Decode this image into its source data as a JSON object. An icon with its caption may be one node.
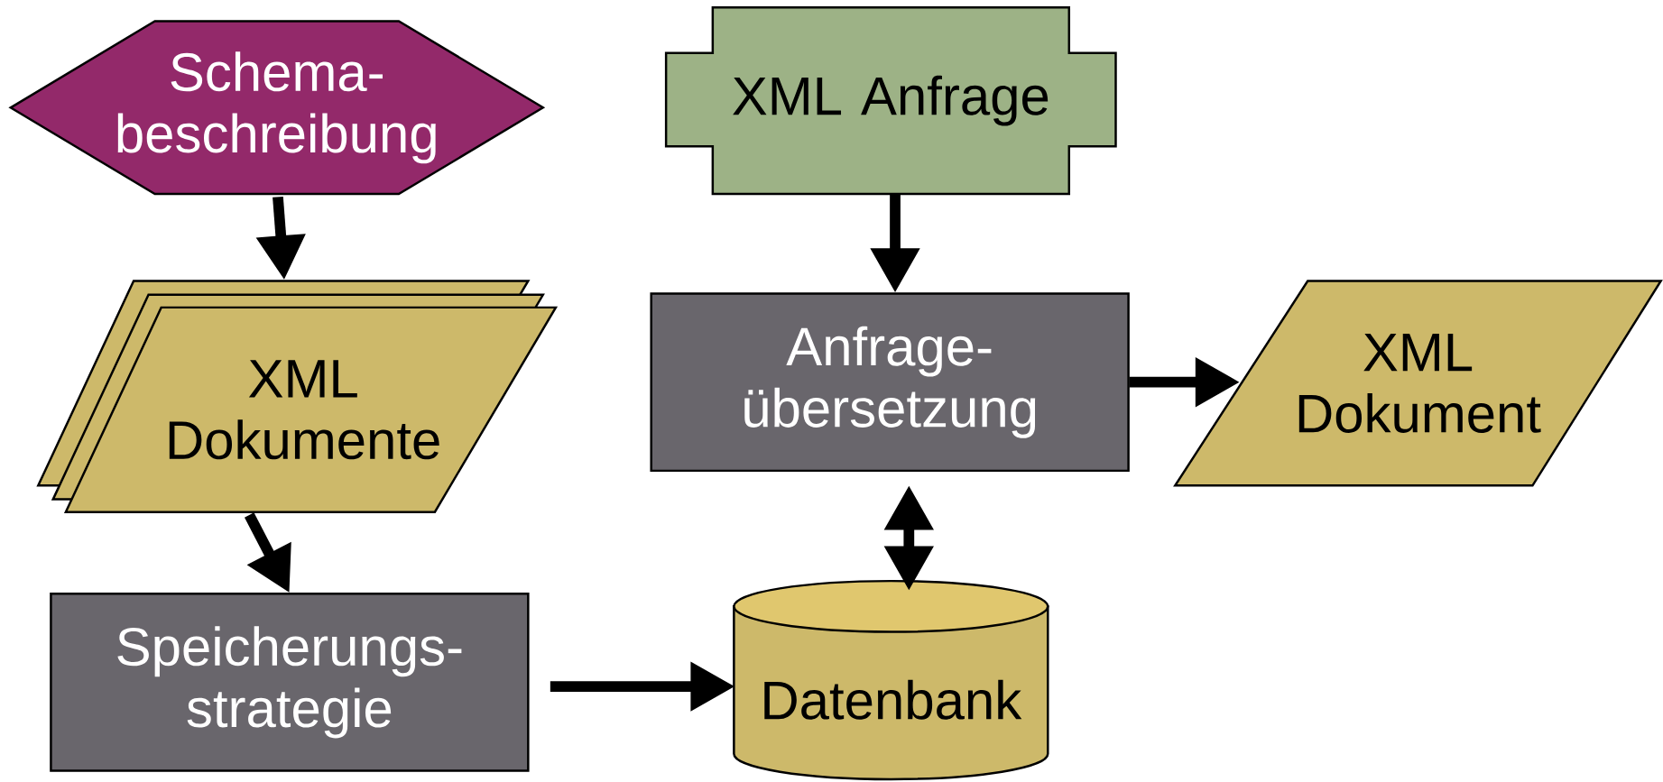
{
  "diagram": {
    "nodes": [
      {
        "text": [
          "Schema- beschreibung"
        ]
      },
      {
        "text": [
          "XML Anfrage"
        ]
      },
      {
        "text": [
          "XML Dokumente"
        ]
      },
      {
        "text": [
          "Anfrage- übersetzung"
        ]
      },
      {
        "text": [
          "XML Dokument"
        ]
      },
      {
        "text": [
          "Speicherungs- strategie"
        ]
      },
      {
        "text": [
          "Datenbank"
        ]
      }
    ],
    "edges": [
      {
        "from": 0,
        "to": 2,
        "arrow": "to"
      },
      {
        "from": 1,
        "to": 3,
        "arrow": "to"
      },
      {
        "from": 3,
        "to": 4,
        "arrow": "to"
      },
      {
        "from": 3,
        "to": 6,
        "arrow": "both"
      },
      {
        "from": 2,
        "to": 5,
        "arrow": "to"
      },
      {
        "from": 5,
        "to": 6,
        "arrow": "to"
      }
    ]
  }
}
